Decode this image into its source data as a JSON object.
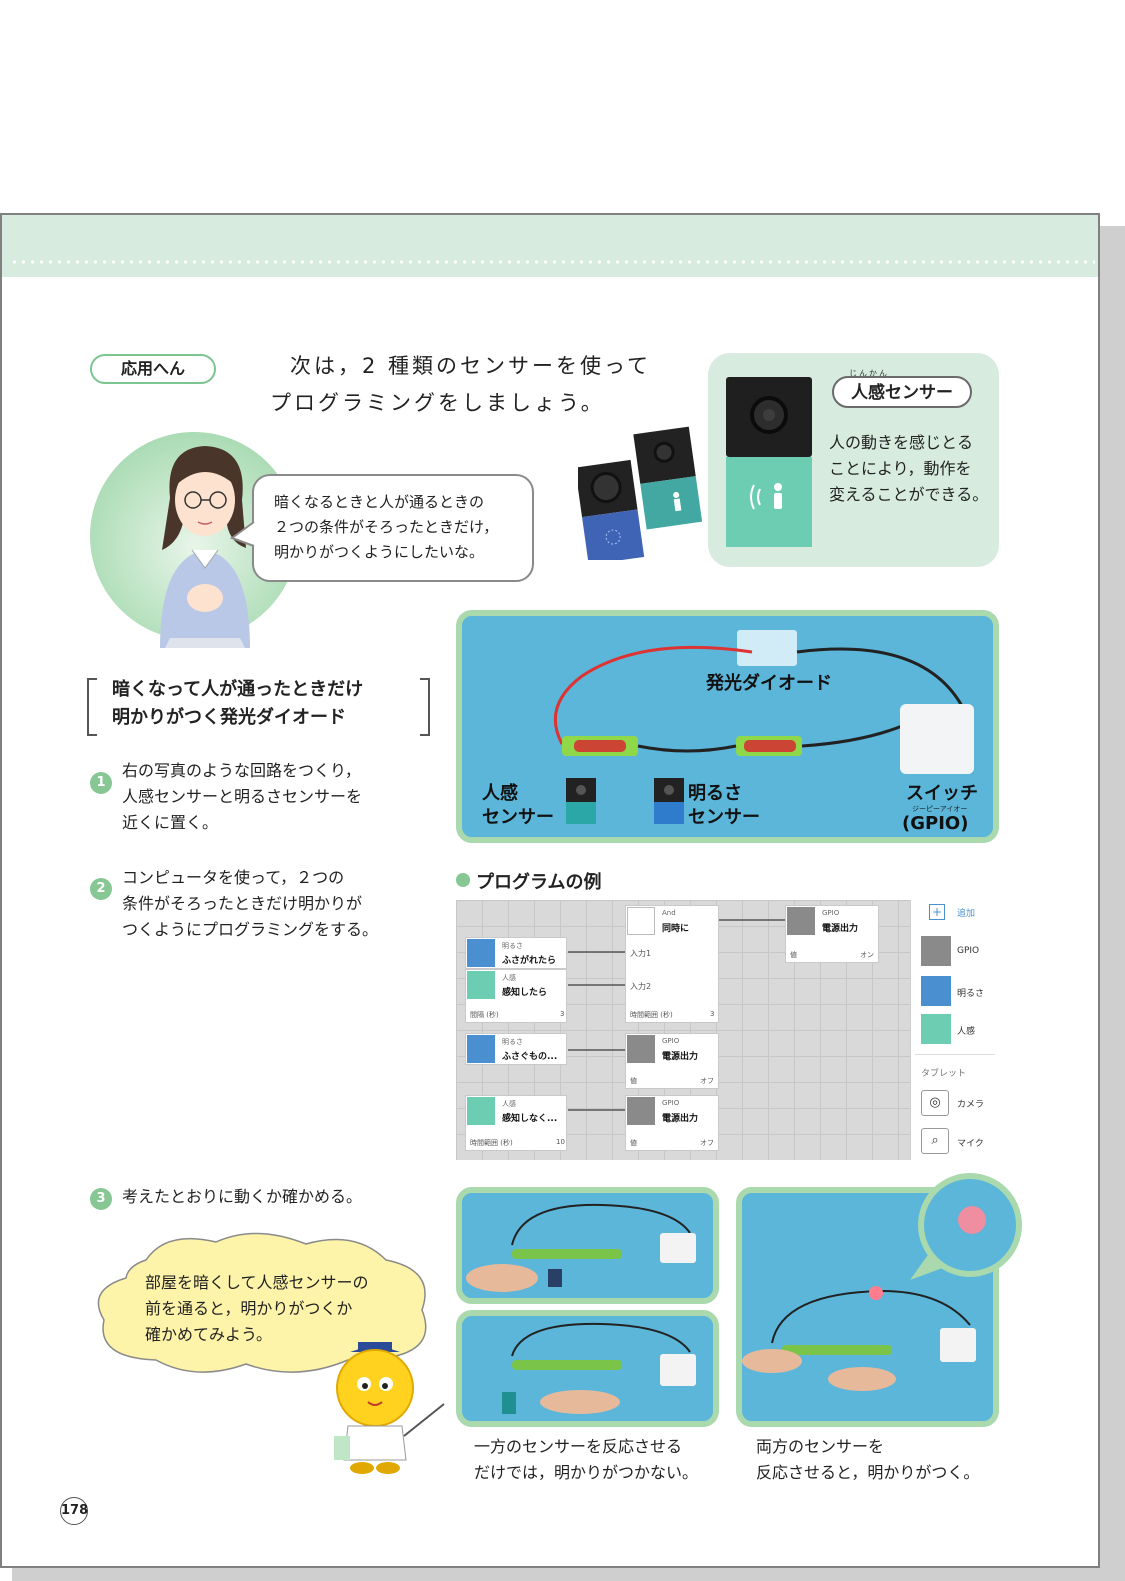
{
  "header": {
    "label": "応用へん"
  },
  "intro": {
    "line1": "次は，2 種類のセンサーを使って",
    "line2": "プログラミングをしましょう。"
  },
  "speech": {
    "line1": "暗くなるときと人が通るときの",
    "line2": "２つの条件がそろったときだけ，",
    "line3": "明かりがつくようにしたいな。"
  },
  "sensor_card": {
    "ruby": "じんかん",
    "title": "人感センサー",
    "line1": "人の動きを感じとる",
    "line2": "ことにより，動作を",
    "line3": "変えることができる。"
  },
  "circuit_photo": {
    "led": "発光ダイオード",
    "human_sensor_1": "人感",
    "human_sensor_2": "センサー",
    "light_sensor_1": "明るさ",
    "light_sensor_2": "センサー",
    "switch": "スイッチ",
    "switch_ruby": "ジーピーアイオー",
    "gpio": "(GPIO)"
  },
  "heading": {
    "line1": "暗くなって人が通ったときだけ",
    "line2": "明かりがつく発光ダイオード"
  },
  "steps": [
    {
      "num": "1",
      "lines": [
        "右の写真のような回路をつくり，",
        "人感センサーと明るさセンサーを",
        "近くに置く。"
      ]
    },
    {
      "num": "2",
      "lines": [
        "コンピュータを使って，２つの",
        "条件がそろったときだけ明かりが",
        "つくようにプログラミングをする。"
      ]
    },
    {
      "num": "3",
      "lines": [
        "考えたとおりに動くか確かめる。"
      ]
    }
  ],
  "program": {
    "title": "プログラムの例",
    "blocks": {
      "bright1": {
        "cap": "明るさ",
        "name": "ふさがれたら"
      },
      "human1": {
        "cap": "人感",
        "name": "感知したら",
        "foot": "間隔 (秒)",
        "val": "3"
      },
      "and": {
        "cap": "And",
        "name": "同時に",
        "in1": "入力1",
        "in2": "入力2",
        "foot": "時間範囲 (秒)",
        "val": "3"
      },
      "gpio1": {
        "cap": "GPIO",
        "name": "電源出力",
        "foot": "値",
        "val": "オン"
      },
      "bright2": {
        "cap": "明るさ",
        "name": "ふさぐもの..."
      },
      "gpio2": {
        "cap": "GPIO",
        "name": "電源出力",
        "foot": "値",
        "val": "オフ"
      },
      "human2": {
        "cap": "人感",
        "name": "感知しなく...",
        "foot": "時間範囲 (秒)",
        "val": "10"
      },
      "gpio3": {
        "cap": "GPIO",
        "name": "電源出力",
        "foot": "値",
        "val": "オフ"
      }
    },
    "side": {
      "add": "追加",
      "items": [
        "GPIO",
        "明るさ",
        "人感"
      ],
      "tablet": "タブレット",
      "camera": "カメラ",
      "mic": "マイク"
    }
  },
  "captions": {
    "left1": "一方のセンサーを反応させる",
    "left2": "だけでは，明かりがつかない。",
    "right1": "両方のセンサーを",
    "right2": "反応させると，明かりがつく。"
  },
  "cloud": {
    "line1": "部屋を暗くして人感センサーの",
    "line2": "前を通ると，明かりがつくか",
    "line3": "確かめてみよう。"
  },
  "page_number": "178",
  "colors": {
    "accent_green": "#86c794",
    "band": "#d7ecdf",
    "bright_blue": "#4a8fd0",
    "human_teal": "#6ccdb3"
  }
}
